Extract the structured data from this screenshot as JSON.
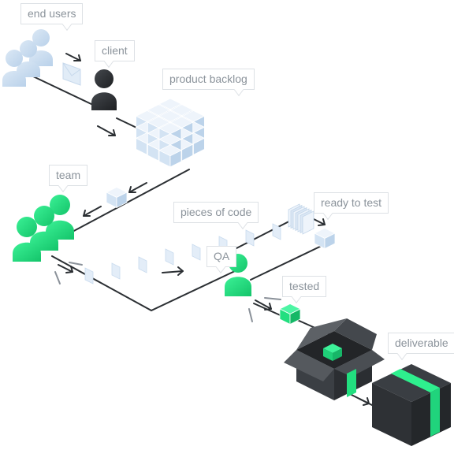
{
  "labels": {
    "end_users": "end users",
    "client": "client",
    "product_backlog": "product backlog",
    "team": "team",
    "pieces_of_code": "pieces of code",
    "ready_to_test": "ready to test",
    "qa": "QA",
    "tested": "tested",
    "deliverable": "deliverable"
  },
  "colors": {
    "users": "#cfe0f1",
    "client": "#2c2f33",
    "team": "#22df7f",
    "cube": "#e1ecf7",
    "box": "#33363a",
    "line": "#2b2f33",
    "callout_border": "#dde1e5",
    "callout_text": "#8b939b"
  },
  "icons": [
    "people-icon",
    "person-icon",
    "cube-icon",
    "box-icon",
    "arrow-icon",
    "document-icon"
  ]
}
